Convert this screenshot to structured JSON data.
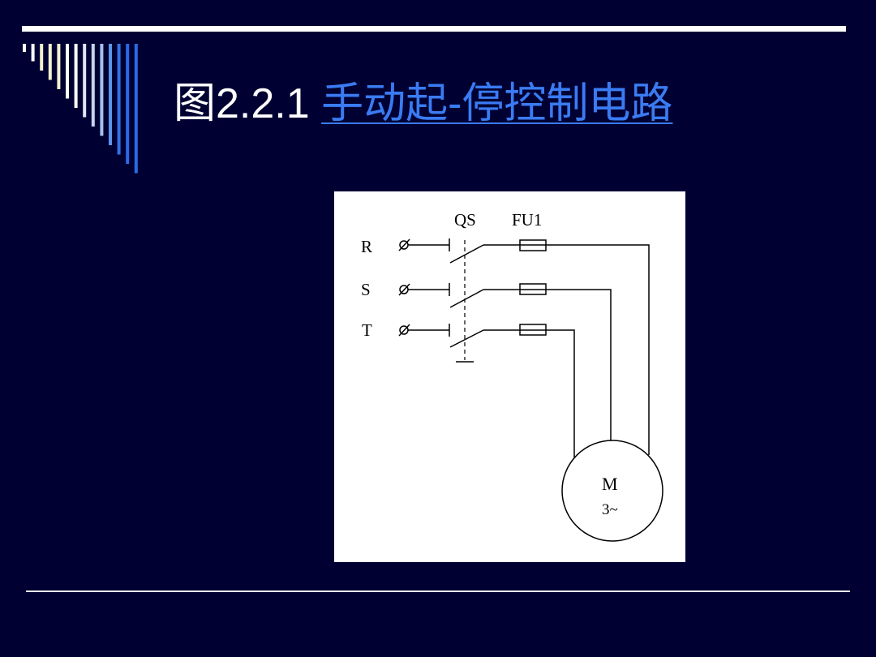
{
  "slide": {
    "title_number": "图2.2.1 ",
    "title_link": "手动起-停控制电路"
  },
  "diagram": {
    "labels": {
      "switch": "QS",
      "fuse": "FU1",
      "phase_r": "R",
      "phase_s": "S",
      "phase_t": "T",
      "motor_name": "M",
      "motor_phase": "3~"
    }
  },
  "colors": {
    "background": "#000033",
    "title_text": "#ffffff",
    "title_link": "#3a7bf2",
    "deco_stripes": [
      "#ffffff",
      "#ffffff",
      "#f4f1cc",
      "#f4f1cc",
      "#f4f1cc",
      "#ffffff",
      "#ffffff",
      "#dfe6f4",
      "#c6d4ef",
      "#a7c0ef",
      "#5c95ea",
      "#3272e6",
      "#2a6be4",
      "#2a6be4"
    ]
  }
}
